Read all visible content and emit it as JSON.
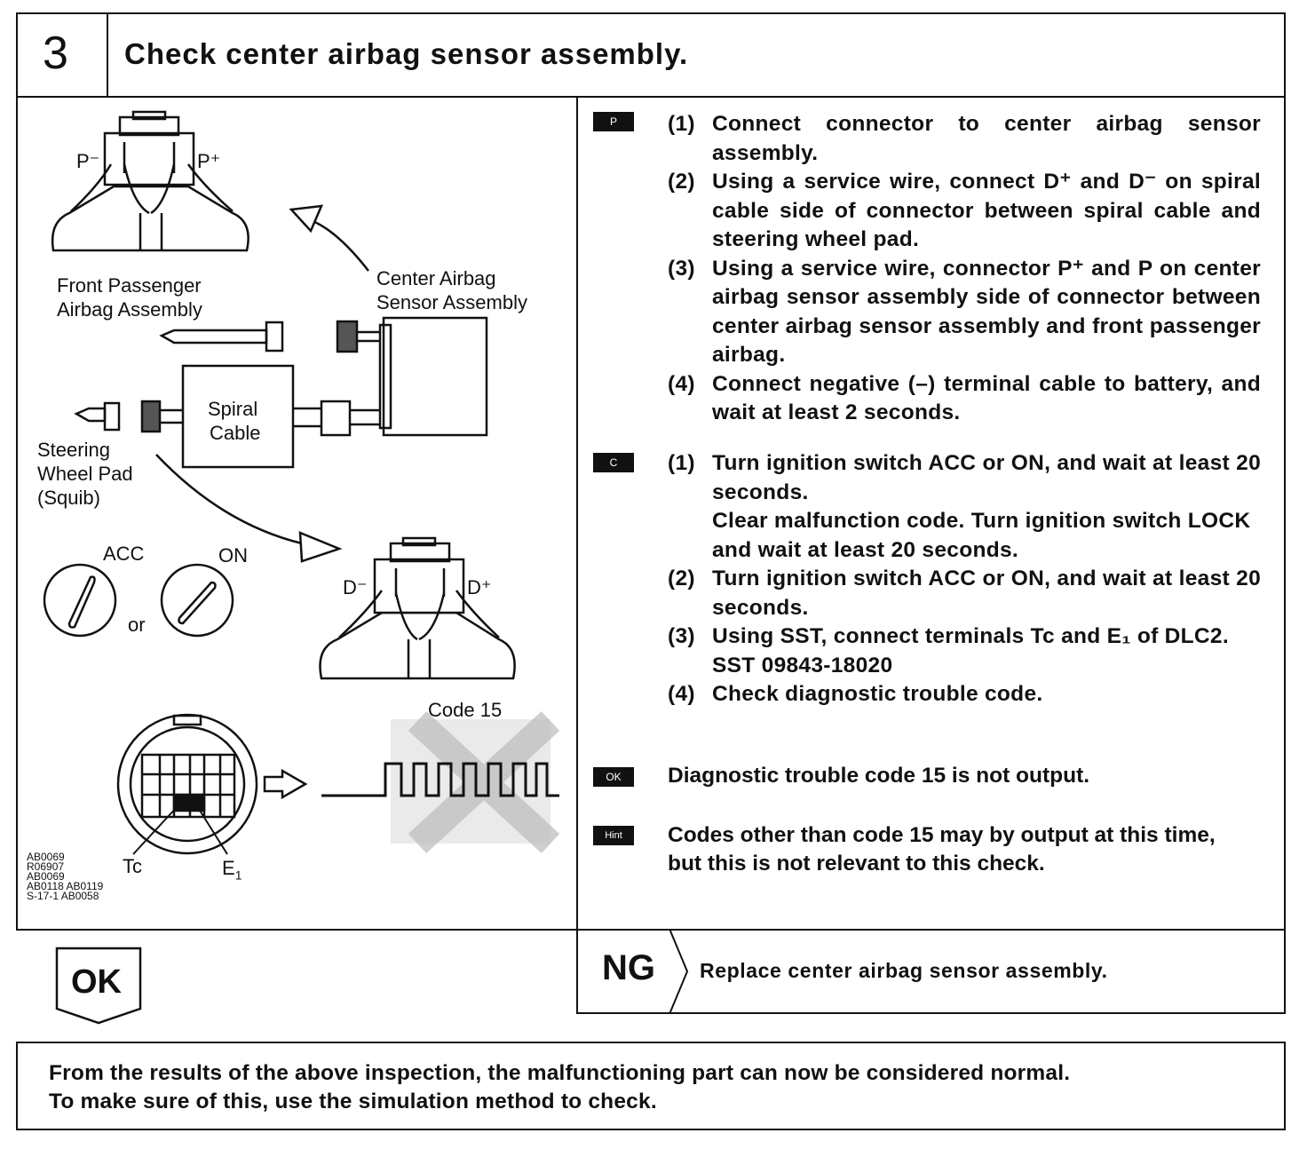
{
  "header": {
    "step_number": "3",
    "title": "Check center airbag sensor assembly."
  },
  "diagram": {
    "labels": {
      "p_minus": "P⁻",
      "p_plus": "P⁺",
      "front_passenger_line1": "Front Passenger",
      "front_passenger_line2": "Airbag Assembly",
      "center_sensor_line1": "Center Airbag",
      "center_sensor_line2": "Sensor Assembly",
      "spiral_line1": "Spiral",
      "spiral_line2": "Cable",
      "steering_line1": "Steering",
      "steering_line2": "Wheel Pad",
      "steering_line3": "(Squib)",
      "acc": "ACC",
      "on": "ON",
      "or": "or",
      "d_minus": "D⁻",
      "d_plus": "D⁺",
      "code_label": "Code 15",
      "tc": "Tc",
      "e1": "E",
      "e1_sub": "1"
    },
    "ref_codes": [
      "AB0069",
      "R06907",
      "AB0069",
      "AB0118 AB0119",
      "S-17-1 AB0058"
    ]
  },
  "markers": {
    "prep": "P",
    "check": "C",
    "ok": "OK",
    "hint": "Hint"
  },
  "prep_steps": [
    {
      "num": "(1)",
      "text": "Connect connector to center airbag sensor assembly."
    },
    {
      "num": "(2)",
      "text": "Using a service wire, connect D⁺ and D⁻ on spiral cable side of connector between spiral cable and steering wheel pad."
    },
    {
      "num": "(3)",
      "text": "Using a service wire, connector P⁺ and P  on center airbag sensor assembly side of connector between center airbag sensor assembly and front passenger airbag."
    },
    {
      "num": "(4)",
      "text": "Connect negative (–) terminal cable to battery, and wait at least 2 seconds."
    }
  ],
  "check_steps": [
    {
      "num": "(1)",
      "text": "Turn ignition switch ACC or ON, and wait at least 20 seconds.",
      "extra": "Clear malfunction code. Turn ignition switch LOCK and wait at least 20 seconds."
    },
    {
      "num": "(2)",
      "text": "Turn ignition switch ACC or ON, and wait at least 20 seconds."
    },
    {
      "num": "(3)",
      "text": "Using SST, connect terminals Tc and E₁ of DLC2.",
      "extra": "SST  09843-18020"
    },
    {
      "num": "(4)",
      "text": "Check diagnostic trouble code."
    }
  ],
  "ok_condition": "Diagnostic trouble code 15 is not output.",
  "hint_text": "Codes other than code 15 may by output at this time, but this is not relevant to this check.",
  "result": {
    "ok_label": "OK",
    "ng_label": "NG",
    "ng_action": "Replace center airbag sensor assembly."
  },
  "conclusion": {
    "line1": "From the results of the above inspection, the malfunctioning part can now be considered normal.",
    "line2": "To make sure of this, use the simulation method to check."
  }
}
